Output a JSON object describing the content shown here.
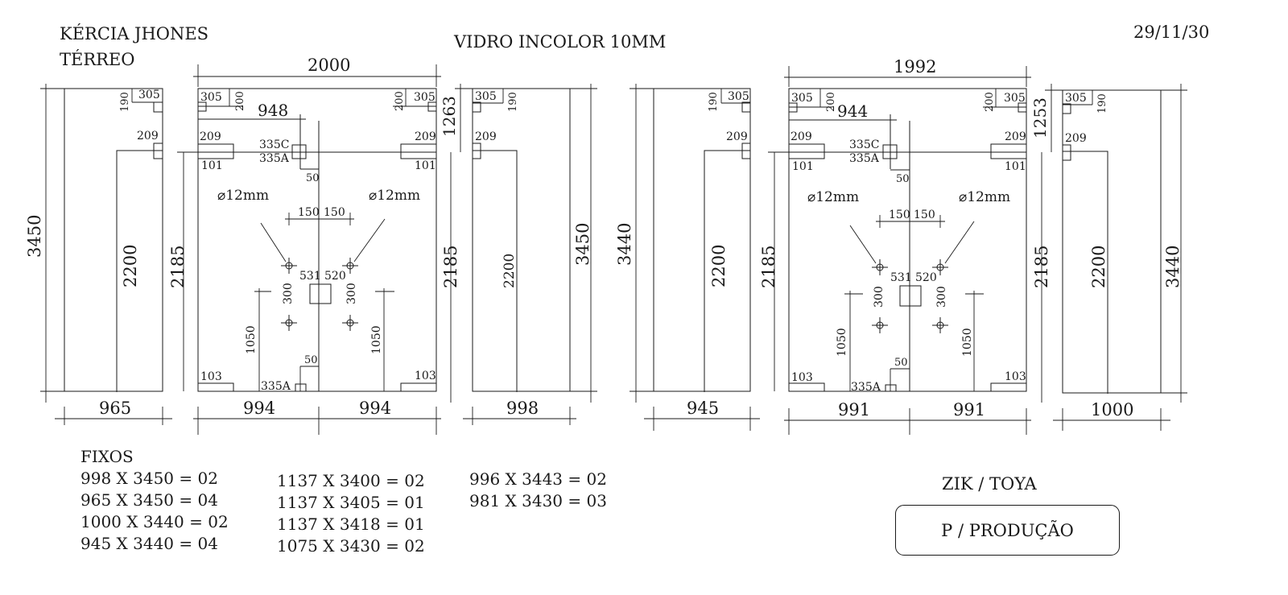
{
  "header": {
    "client_name": "KÉRCIA JHONES",
    "floor": "TÉRREO",
    "title": "VIDRO INCOLOR 10MM",
    "date": "29/11/30"
  },
  "panels": {
    "left_fixed_a": {
      "width": "965",
      "height": "3450",
      "inner_height": "2200",
      "top_a": "190",
      "top_b": "305",
      "side": "209"
    },
    "door_a": {
      "total_width": "2000",
      "height": "2185",
      "left_width": "994",
      "right_width": "994",
      "top_left_a": "305",
      "top_left_b": "200",
      "top_right_a": "200",
      "top_right_b": "305",
      "offset": "948",
      "hinge_left": "209",
      "hinge_right": "209",
      "hinge_left_b": "101",
      "hinge_right_b": "101",
      "lock_c": "335C",
      "lock_a": "335A",
      "lock_gap": "50",
      "hole_left": "⌀12mm",
      "hole_right": "⌀12mm",
      "spacing_l": "150",
      "spacing_r": "150",
      "handle_l": "531",
      "handle_r": "520",
      "vert_l": "300",
      "vert_r": "300",
      "h_left": "1050",
      "h_right": "1050",
      "bottom_gap": "50",
      "bottom_left": "103",
      "bottom_right": "103",
      "bottom_lock": "335A"
    },
    "right_fixed_a": {
      "width": "998",
      "height": "3450",
      "inner_height": "2200",
      "top_a": "305",
      "top_b": "190",
      "side": "209",
      "side_height": "1263"
    },
    "left_fixed_b": {
      "width": "945",
      "height": "3440",
      "inner_height": "2200",
      "top_a": "190",
      "top_b": "305",
      "side": "209"
    },
    "door_b": {
      "total_width": "1992",
      "height": "2185",
      "left_width": "991",
      "right_width": "991",
      "top_left_a": "305",
      "top_left_b": "200",
      "top_right_a": "200",
      "top_right_b": "305",
      "offset": "944",
      "hinge_left": "209",
      "hinge_right": "209",
      "hinge_left_b": "101",
      "hinge_right_b": "101",
      "lock_c": "335C",
      "lock_a": "335A",
      "lock_gap": "50",
      "hole_left": "⌀12mm",
      "hole_right": "⌀12mm",
      "spacing_l": "150",
      "spacing_r": "150",
      "handle_l": "531",
      "handle_r": "520",
      "vert_l": "300",
      "vert_r": "300",
      "h_left": "1050",
      "h_right": "1050",
      "bottom_gap": "50",
      "bottom_left": "103",
      "bottom_right": "103",
      "bottom_lock": "335A"
    },
    "right_fixed_b": {
      "width": "1000",
      "height": "3440",
      "inner_height": "2200",
      "top_a": "305",
      "top_b": "190",
      "side": "209",
      "side_height": "1253"
    }
  },
  "lists": {
    "heading": "FIXOS",
    "col1": [
      "998 X 3450 = 02",
      "965 X 3450 = 04",
      "1000 X 3440 = 02",
      "945 X 3440 = 04"
    ],
    "col2": [
      "1137 X 3400 = 02",
      "1137 X 3405 = 01",
      "1137 X 3418 = 01",
      "1075 X 3430 = 02"
    ],
    "col3": [
      "996 X 3443 = 02",
      "981 X 3430 = 03"
    ]
  },
  "footer": {
    "supplier": "ZIK / TOYA",
    "stamp": "P / PRODUÇÃO"
  }
}
